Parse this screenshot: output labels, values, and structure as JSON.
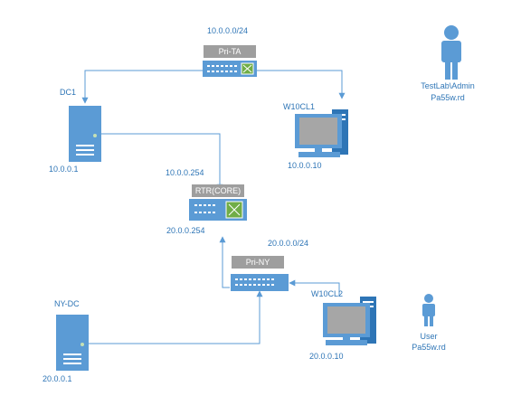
{
  "switches": {
    "pri_ta": {
      "name": "Pri-TA",
      "subnet": "10.0.0.0/24"
    },
    "rtr": {
      "name": "RTR(CORE)",
      "ip_top": "10.0.0.254",
      "ip_bottom": "20.0.0.254"
    },
    "pri_ny": {
      "name": "Pri-NY",
      "subnet": "20.0.0.0/24"
    }
  },
  "servers": {
    "dc1": {
      "name": "DC1",
      "ip": "10.0.0.1"
    },
    "ny_dc": {
      "name": "NY-DC",
      "ip": "20.0.0.1"
    }
  },
  "workstations": {
    "w10cl1": {
      "name": "W10CL1",
      "ip": "10.0.0.10"
    },
    "w10cl2": {
      "name": "W10CL2",
      "ip": "20.0.0.10"
    }
  },
  "users": {
    "admin": {
      "name": "TestLab\\Admin",
      "password": "Pa55w.rd"
    },
    "user": {
      "name": "User",
      "password": "Pa55w.rd"
    }
  },
  "colors": {
    "accent": "#5b9bd5",
    "label_text": "#2e75b6",
    "switch_label_bg": "#9e9e9e",
    "switch_body": "#5b9bd5",
    "switch_port": "#70ad47"
  }
}
